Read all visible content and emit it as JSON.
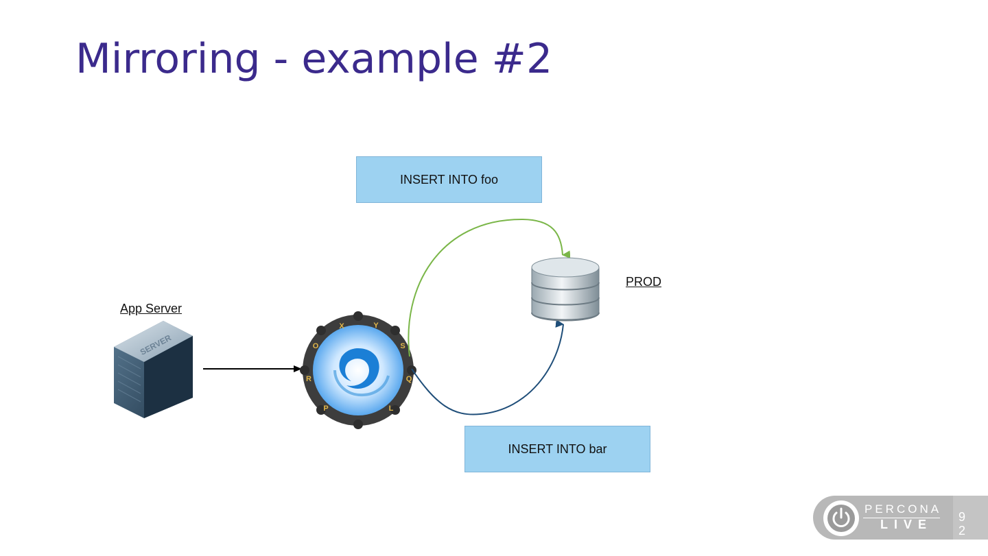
{
  "slide": {
    "title": "Mirroring - example #2",
    "page_number": "92"
  },
  "diagram": {
    "nodes": {
      "app_server": {
        "label": "App Server",
        "icon": "server-icon",
        "icon_text": "SERVER"
      },
      "proxysql": {
        "icon": "proxysql-icon",
        "ring_letters": [
          "P",
          "R",
          "O",
          "X",
          "Y",
          "S",
          "Q",
          "L"
        ]
      },
      "prod": {
        "label": "PROD",
        "icon": "database-icon"
      }
    },
    "queries": {
      "foo": "INSERT INTO foo",
      "bar": "INSERT INTO bar"
    },
    "colors": {
      "query_box": "#9dd2f1",
      "foo_arrow": "#7ab648",
      "bar_arrow": "#1f4e79",
      "title": "#3b2a8c"
    }
  },
  "footer": {
    "logo_top": "PERCONA",
    "logo_bottom": "LIVE"
  }
}
